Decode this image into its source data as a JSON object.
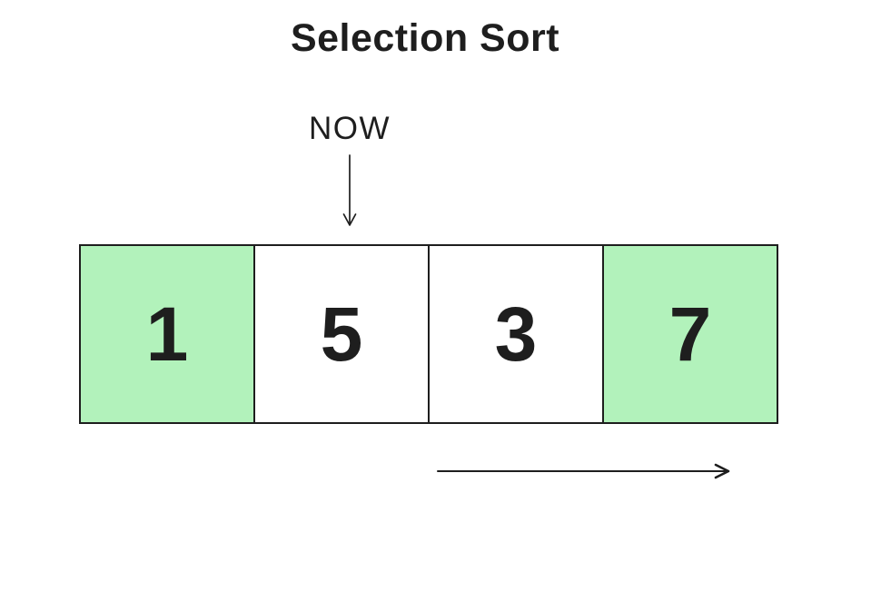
{
  "title": "Selection Sort",
  "pointer": {
    "label": "NOW",
    "target_index": 1
  },
  "array": {
    "cells": [
      {
        "value": "1",
        "highlighted": true
      },
      {
        "value": "5",
        "highlighted": false
      },
      {
        "value": "3",
        "highlighted": false
      },
      {
        "value": "7",
        "highlighted": true
      }
    ]
  },
  "icons": {
    "pointer_arrow": "down-arrow-icon",
    "direction_arrow": "right-arrow-icon"
  },
  "colors": {
    "highlight_fill": "#b2f2bb",
    "stroke": "#1e1e1e",
    "text": "#1e1e1e",
    "background": "#ffffff"
  }
}
